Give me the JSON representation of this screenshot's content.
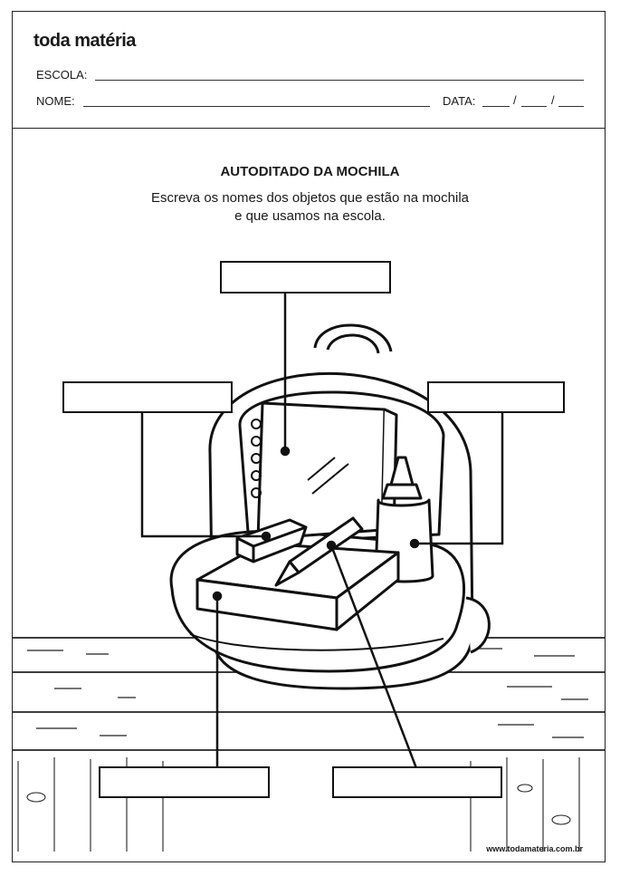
{
  "brand": {
    "name": "toda matéria"
  },
  "form": {
    "escola_label": "ESCOLA:",
    "nome_label": "NOME:",
    "data_label": "DATA:",
    "date_separator": "/"
  },
  "worksheet": {
    "title": "AUTODITADO DA MOCHILA",
    "instruction_line1": "Escreva os nomes dos objetos que estão na mochila",
    "instruction_line2": "e que usamos na escola."
  },
  "illustration": {
    "icon": "backpack-with-school-supplies-icon",
    "items": [
      "notebook",
      "eraser",
      "pencil",
      "glue",
      "book"
    ]
  },
  "footer": {
    "url": "www.todamateria.com.br"
  }
}
